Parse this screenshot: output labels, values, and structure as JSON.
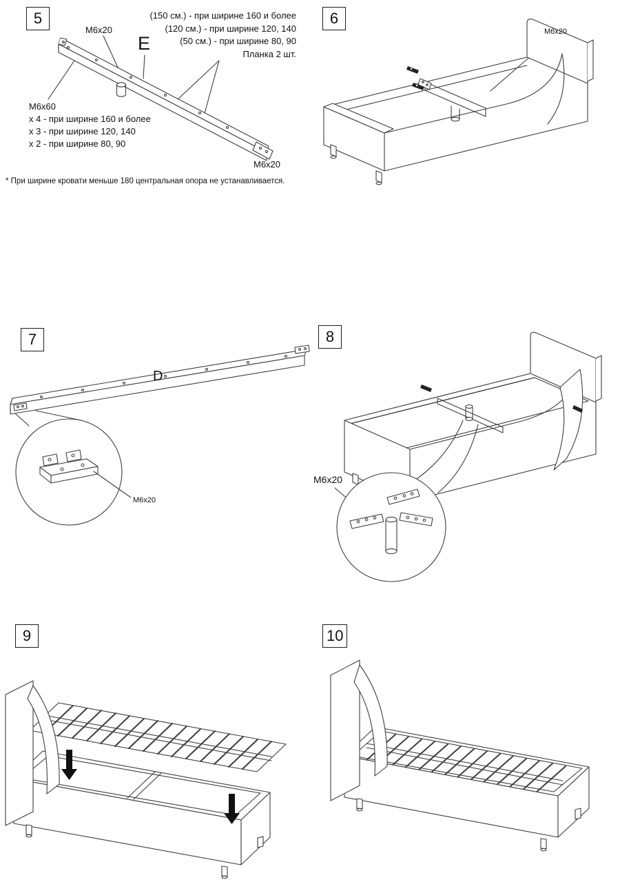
{
  "steps": {
    "s5": "5",
    "s6": "6",
    "s7": "7",
    "s8": "8",
    "s9": "9",
    "s10": "10"
  },
  "step5": {
    "m6x20_top": "M6x20",
    "part_letter": "E",
    "width_note_1": "(150 см.) - при ширине 160 и более",
    "width_note_2": "(120 см.) - при ширине 120, 140",
    "width_note_3": "(50 см.) - при ширине 80, 90",
    "plank_qty": "Планка 2 шт.",
    "m6x60": "M6x60",
    "m6x60_note_1": "x 4 - при ширине 160 и более",
    "m6x60_note_2": "x 3 - при ширине 120, 140",
    "m6x60_note_3": "x 2 - при ширине 80, 90",
    "m6x20_bottom": "M6x20",
    "footnote": "* При ширине кровати меньше 180 центральная опора не устанавливается."
  },
  "step6": {
    "m6x20": "M6x20"
  },
  "step7": {
    "part_letter": "D",
    "m6x20": "M6x20"
  },
  "step8": {
    "m6x20": "M6x20"
  },
  "colors": {
    "line": "#3d3d3d",
    "arrow": "#111111"
  }
}
